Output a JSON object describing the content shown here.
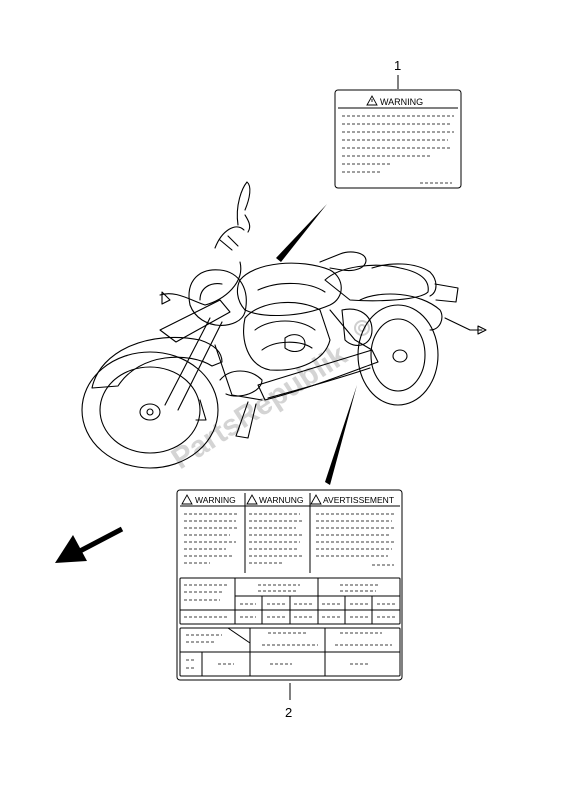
{
  "callouts": {
    "one": "1",
    "two": "2"
  },
  "label_1": {
    "heading": "WARNING"
  },
  "label_2": {
    "headings": [
      "WARNING",
      "WARNUNG",
      "AVERTISSEMENT"
    ]
  },
  "watermark": "PartsRepublik",
  "colors": {
    "line": "#000000",
    "watermark": "#d4d4d4"
  }
}
